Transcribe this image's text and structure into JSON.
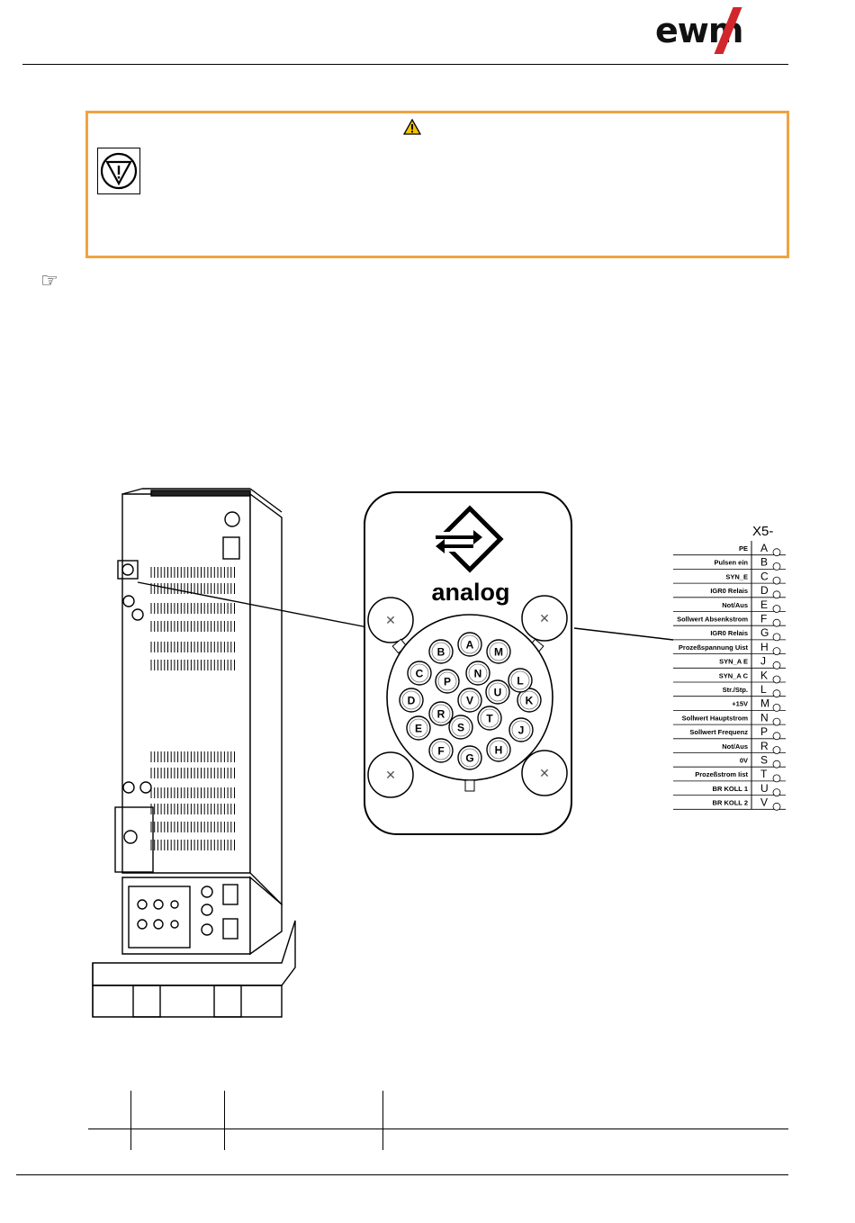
{
  "header": {
    "logo_text": "ewm",
    "logo_accent": "#d0262c"
  },
  "warning": {
    "border_color": "#f0a340",
    "triangle_icon": "warning-triangle-icon",
    "symbol_icon": "emergency-stop-symbol-icon"
  },
  "note_icon": "pointing-hand-icon",
  "figure": {
    "brand_label": "analog",
    "connector_title": "X5-",
    "pins": [
      {
        "letter": "A",
        "label": "PE"
      },
      {
        "letter": "B",
        "label": "Pulsen ein"
      },
      {
        "letter": "C",
        "label": "SYN_E"
      },
      {
        "letter": "D",
        "label": "IGR0 Relais"
      },
      {
        "letter": "E",
        "label": "Not/Aus"
      },
      {
        "letter": "F",
        "label": "Sollwert Absenkstrom"
      },
      {
        "letter": "G",
        "label": "IGR0 Relais"
      },
      {
        "letter": "H",
        "label": "Prozeßspannung Uist"
      },
      {
        "letter": "J",
        "label": "SYN_A E"
      },
      {
        "letter": "K",
        "label": "SYN_A C"
      },
      {
        "letter": "L",
        "label": "Str./Stp."
      },
      {
        "letter": "M",
        "label": "+15V"
      },
      {
        "letter": "N",
        "label": "Sollwert Hauptstrom"
      },
      {
        "letter": "P",
        "label": "Sollwert Frequenz"
      },
      {
        "letter": "R",
        "label": "Not/Aus"
      },
      {
        "letter": "S",
        "label": "0V"
      },
      {
        "letter": "T",
        "label": "Prozeßstrom Iist"
      },
      {
        "letter": "U",
        "label": "BR KOLL 1"
      },
      {
        "letter": "V",
        "label": "BR KOLL 2"
      }
    ],
    "socket_pins": [
      "A",
      "B",
      "C",
      "D",
      "E",
      "F",
      "G",
      "H",
      "J",
      "K",
      "L",
      "M",
      "N",
      "P",
      "R",
      "S",
      "T",
      "U",
      "V"
    ]
  }
}
